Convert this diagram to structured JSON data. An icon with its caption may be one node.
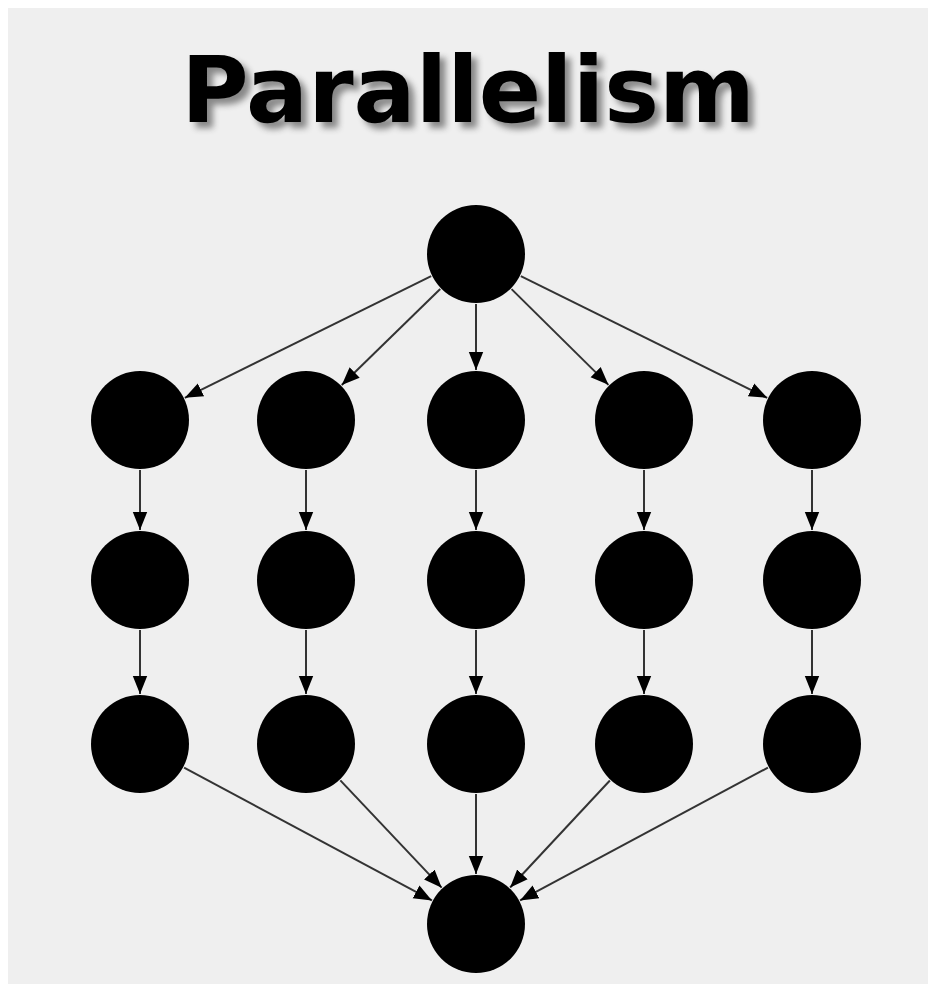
{
  "diagram": {
    "title": "Parallelism",
    "nodes": [
      {
        "text": [],
        "shape": "circle"
      },
      {
        "text": [],
        "shape": "circle"
      },
      {
        "text": [],
        "shape": "circle"
      },
      {
        "text": [],
        "shape": "circle"
      },
      {
        "text": [],
        "shape": "circle"
      },
      {
        "text": [],
        "shape": "circle"
      },
      {
        "text": [],
        "shape": "circle"
      },
      {
        "text": [],
        "shape": "circle"
      },
      {
        "text": [],
        "shape": "circle"
      },
      {
        "text": [],
        "shape": "circle"
      },
      {
        "text": [],
        "shape": "circle"
      },
      {
        "text": [],
        "shape": "circle"
      },
      {
        "text": [],
        "shape": "circle"
      },
      {
        "text": [],
        "shape": "circle"
      },
      {
        "text": [],
        "shape": "circle"
      },
      {
        "text": [],
        "shape": "circle"
      },
      {
        "text": [],
        "shape": "circle"
      }
    ],
    "edges": [
      {
        "from": 0,
        "to": 1,
        "arrow": "to"
      },
      {
        "from": 0,
        "to": 2,
        "arrow": "to"
      },
      {
        "from": 0,
        "to": 3,
        "arrow": "to"
      },
      {
        "from": 0,
        "to": 4,
        "arrow": "to"
      },
      {
        "from": 0,
        "to": 5,
        "arrow": "to"
      },
      {
        "from": 1,
        "to": 6,
        "arrow": "to"
      },
      {
        "from": 2,
        "to": 7,
        "arrow": "to"
      },
      {
        "from": 3,
        "to": 8,
        "arrow": "to"
      },
      {
        "from": 4,
        "to": 9,
        "arrow": "to"
      },
      {
        "from": 5,
        "to": 10,
        "arrow": "to"
      },
      {
        "from": 6,
        "to": 11,
        "arrow": "to"
      },
      {
        "from": 7,
        "to": 12,
        "arrow": "to"
      },
      {
        "from": 8,
        "to": 13,
        "arrow": "to"
      },
      {
        "from": 9,
        "to": 14,
        "arrow": "to"
      },
      {
        "from": 10,
        "to": 15,
        "arrow": "to"
      },
      {
        "from": 11,
        "to": 16,
        "arrow": "to"
      },
      {
        "from": 12,
        "to": 16,
        "arrow": "to"
      },
      {
        "from": 13,
        "to": 16,
        "arrow": "to"
      },
      {
        "from": 14,
        "to": 16,
        "arrow": "to"
      },
      {
        "from": 15,
        "to": 16,
        "arrow": "to"
      }
    ]
  }
}
